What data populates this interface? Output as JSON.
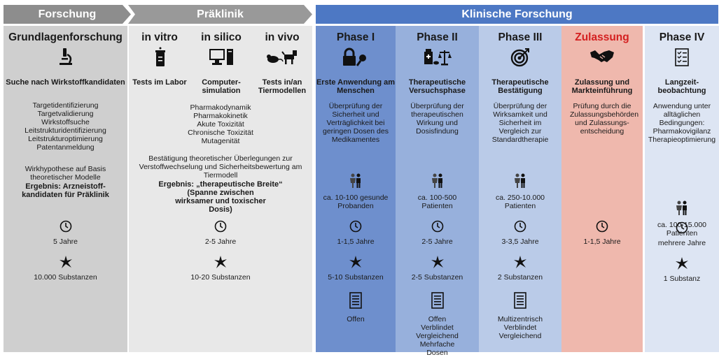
{
  "headers": {
    "forschung": "Forschung",
    "praeklinik": "Präklinik",
    "klinisch": "Klinische Forschung"
  },
  "colors": {
    "grey_col": "#cfcfcf",
    "light_col": "#e8e8e8",
    "phase1": "#6e8fcd",
    "phase2": "#97b0dc",
    "phase3": "#bacbe8",
    "zulassung": "#efb8ad",
    "phase4": "#dde5f3",
    "header_grey": "#8d8d8d",
    "header_blue": "#4d78c4",
    "zulassung_red": "#d42020"
  },
  "grundlagen": {
    "title": "Grundlagenforschung",
    "subtitle": "Suche nach Wirkstoffkandidaten",
    "items": [
      "Targetidentifizierung",
      "Targetvalidierung",
      "Wirkstoffsuche",
      "Leitstrukturidentifizierung",
      "Leitstrukturoptimierung",
      "Patentanmeldung"
    ],
    "hypothesis": "Wirkhypothese auf Basis theoretischer Modelle",
    "result": "Ergebnis:  Arzneistoff-kandidaten für Präklinik",
    "time": "5 Jahre",
    "substances": "10.000 Substanzen"
  },
  "praeklinik": {
    "sub": [
      {
        "title": "in vitro",
        "desc": "Tests im Labor"
      },
      {
        "title": "in silico",
        "desc": "Computer-simulation"
      },
      {
        "title": "in vivo",
        "desc": "Tests in/an Tiermodellen"
      }
    ],
    "items": [
      "Pharmakodynamik",
      "Pharmakokinetik",
      "Akute Toxizität",
      "Chronische Toxizität",
      "Mutagenität"
    ],
    "confirm": "Bestätigung theoretischer Überlegungen  zur Verstoffwechselung und Sicherheitsbewertung am Tiermodell",
    "result1": "Ergebnis: „therapeutische Breite“",
    "result2": "(Spanne zwischen wirksamer und toxischer Dosis)",
    "time": "2-5 Jahre",
    "substances": "10-20 Substanzen"
  },
  "phases": [
    {
      "title": "Phase I",
      "subtitle": "Erste Anwendung am Menschen",
      "desc": "Überprüfung der Sicherheit und Verträglichkeit bei geringen Dosen des Medikamentes",
      "people": "ca. 10-100 gesunde Probanden",
      "time": "1-1,5 Jahre",
      "substances": "5-10 Substanzen",
      "design": "Offen"
    },
    {
      "title": "Phase II",
      "subtitle": "Therapeutische Versuchsphase",
      "desc": "Überprüfung der therapeutischen Wirkung und Dosisfindung",
      "people": "ca. 100-500 Patienten",
      "time": "2-5 Jahre",
      "substances": "2-5 Substanzen",
      "design": "Offen Verblindet Vergleichend Mehrfache Dosen"
    },
    {
      "title": "Phase III",
      "subtitle": "Therapeutische Bestätigung",
      "desc": "Überprüfung der Wirksamkeit und Sicherheit im Vergleich zur Standardtherapie",
      "people": "ca. 250-10.000 Patienten",
      "time": "3-3,5 Jahre",
      "substances": "2 Substanzen",
      "design": "Multizentrisch Verblindet Vergleichend"
    },
    {
      "title": "Zulassung",
      "subtitle": "Zulassung und Markteinführung",
      "desc": "Prüfung durch die Zulassungsbehörden und Zulassungs-entscheidung",
      "people": "",
      "time": "1-1,5 Jahre",
      "substances": "",
      "design": ""
    },
    {
      "title": "Phase IV",
      "subtitle": "Langzeit-beobachtung",
      "desc": "Anwendung unter alltäglichen Bedingungen: Pharmakovigilanz Therapieoptimierung",
      "people": "ca. 100-15.000 Patienten",
      "time": "mehrere Jahre",
      "substances": "1 Substanz",
      "design": ""
    }
  ]
}
